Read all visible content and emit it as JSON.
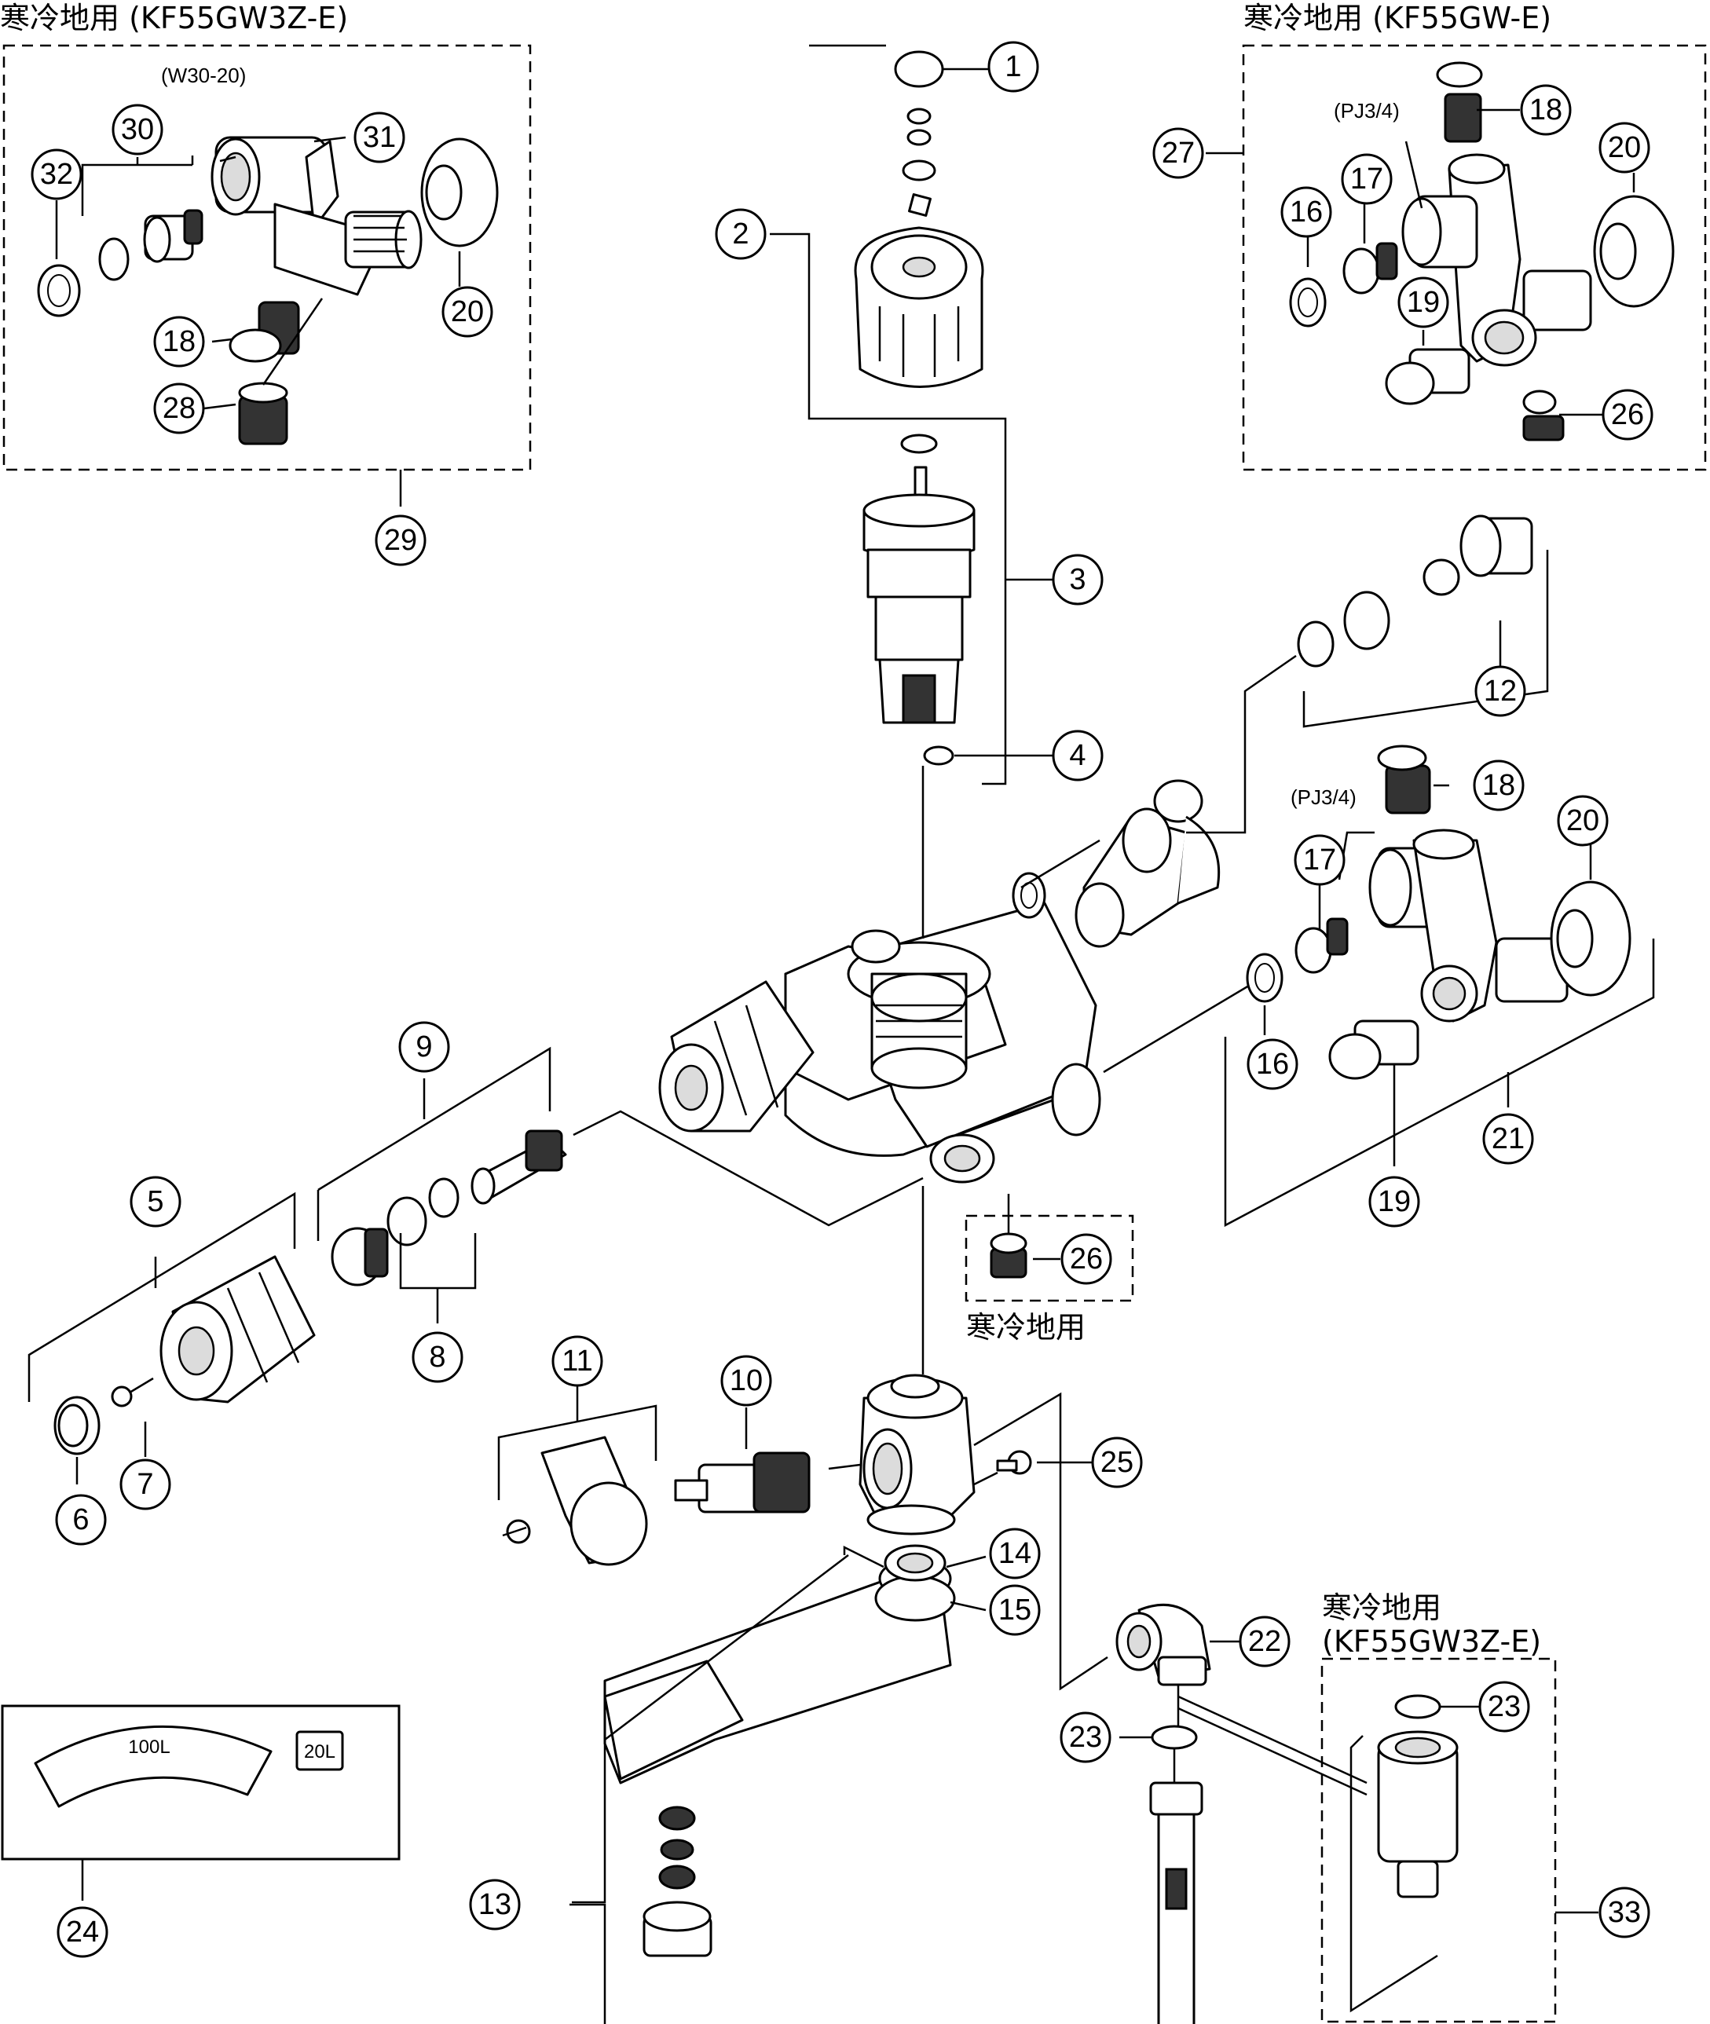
{
  "labels": {
    "top_left_title": "寒冷地用 (KF55GW3Z-E)",
    "top_right_title": "寒冷地用 (KF55GW-E)",
    "cold_region_center": "寒冷地用",
    "bottom_right_title_line1": "寒冷地用",
    "bottom_right_title_line2": "(KF55GW3Z-E)",
    "spec_w30": "(W30-20)",
    "spec_pj_top": "(PJ3/4)",
    "spec_pj_mid": "(PJ3/4)",
    "gauge_100l": "100L",
    "gauge_20l": "20L"
  },
  "balloons": {
    "b1": "1",
    "b2": "2",
    "b3": "3",
    "b4": "4",
    "b5": "5",
    "b6": "6",
    "b7": "7",
    "b8": "8",
    "b9": "9",
    "b10": "10",
    "b11": "11",
    "b12": "12",
    "b13": "13",
    "b14": "14",
    "b15": "15",
    "b16a": "16",
    "b16b": "16",
    "b17a": "17",
    "b17b": "17",
    "b18a": "18",
    "b18b": "18",
    "b18c": "18",
    "b19a": "19",
    "b19b": "19",
    "b20a": "20",
    "b20b": "20",
    "b20c": "20",
    "b21": "21",
    "b22": "22",
    "b23a": "23",
    "b23b": "23",
    "b24": "24",
    "b25": "25",
    "b26a": "26",
    "b26b": "26",
    "b27": "27",
    "b28": "28",
    "b29": "29",
    "b30": "30",
    "b31": "31",
    "b32": "32",
    "b33": "33"
  }
}
